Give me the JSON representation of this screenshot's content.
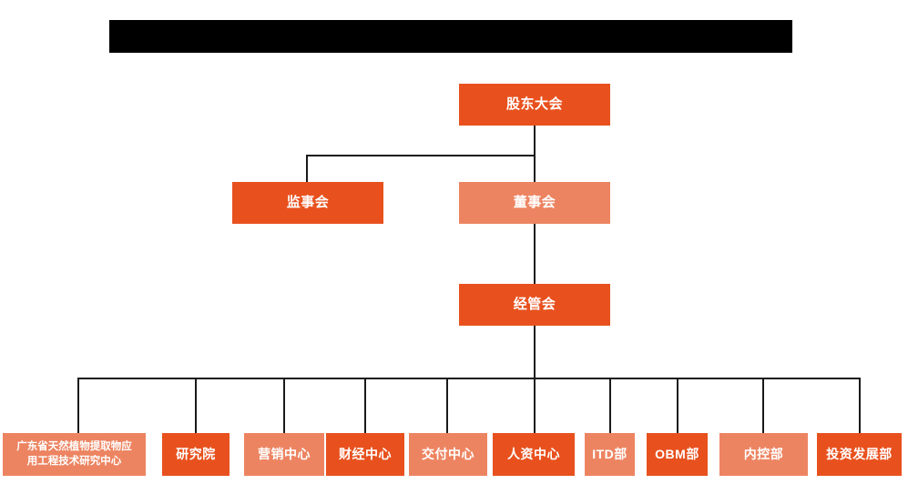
{
  "chart_data": {
    "type": "diagram",
    "subtype": "organization-chart",
    "title": "",
    "orientation": "top-down",
    "colors": {
      "primary": "#E8511E",
      "secondary": "#ED8461",
      "connector": "#1a1a1a",
      "background": "#ffffff",
      "redaction": "#000000",
      "node_text": "#ffffff"
    },
    "levels": [
      {
        "level": 1,
        "nodes": [
          "shareholders_meeting"
        ]
      },
      {
        "level": 2,
        "nodes": [
          "board_of_supervisors",
          "board_of_directors"
        ]
      },
      {
        "level": 3,
        "nodes": [
          "management_committee"
        ]
      },
      {
        "level": 4,
        "nodes": [
          "engineering_research_center",
          "research_institute",
          "marketing_center",
          "finance_center",
          "delivery_center",
          "hr_center",
          "itd_dept",
          "obm_dept",
          "internal_control_dept",
          "investment_development_dept"
        ]
      }
    ],
    "edges": [
      {
        "from": "shareholders_meeting",
        "to": "board_of_supervisors"
      },
      {
        "from": "shareholders_meeting",
        "to": "board_of_directors"
      },
      {
        "from": "board_of_directors",
        "to": "management_committee"
      },
      {
        "from": "management_committee",
        "to": "engineering_research_center"
      },
      {
        "from": "management_committee",
        "to": "research_institute"
      },
      {
        "from": "management_committee",
        "to": "marketing_center"
      },
      {
        "from": "management_committee",
        "to": "finance_center"
      },
      {
        "from": "management_committee",
        "to": "delivery_center"
      },
      {
        "from": "management_committee",
        "to": "hr_center"
      },
      {
        "from": "management_committee",
        "to": "itd_dept"
      },
      {
        "from": "management_committee",
        "to": "obm_dept"
      },
      {
        "from": "management_committee",
        "to": "internal_control_dept"
      },
      {
        "from": "management_committee",
        "to": "investment_development_dept"
      }
    ]
  },
  "header": {
    "redaction_bar_label": ""
  },
  "nodes": {
    "shareholders_meeting": {
      "label": "股东大会",
      "color": "primary"
    },
    "board_of_supervisors": {
      "label": "监事会",
      "color": "primary"
    },
    "board_of_directors": {
      "label": "董事会",
      "color": "secondary"
    },
    "management_committee": {
      "label": "经管会",
      "color": "primary"
    }
  },
  "departments": [
    {
      "id": "engineering_research_center",
      "line1": "广东省天然植物提取物应",
      "line2": "用工程技术研究中心",
      "color": "secondary"
    },
    {
      "id": "research_institute",
      "label": "研究院",
      "color": "primary"
    },
    {
      "id": "marketing_center",
      "label": "营销中心",
      "color": "secondary"
    },
    {
      "id": "finance_center",
      "label": "财经中心",
      "color": "primary"
    },
    {
      "id": "delivery_center",
      "label": "交付中心",
      "color": "secondary"
    },
    {
      "id": "hr_center",
      "label": "人资中心",
      "color": "primary"
    },
    {
      "id": "itd_dept",
      "label": "ITD部",
      "color": "secondary"
    },
    {
      "id": "obm_dept",
      "label": "OBM部",
      "color": "primary"
    },
    {
      "id": "internal_control_dept",
      "label": "内控部",
      "color": "secondary"
    },
    {
      "id": "investment_development_dept",
      "label": "投资发展部",
      "color": "primary"
    }
  ]
}
